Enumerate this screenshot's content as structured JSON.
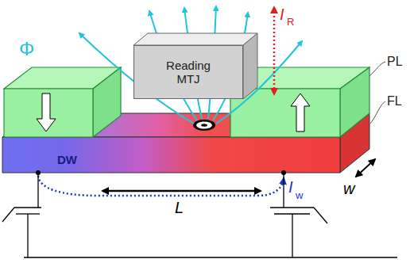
{
  "diagram": {
    "nodes": [
      {
        "text": [
          "Reading MTJ"
        ]
      }
    ],
    "labels": [
      "Φ",
      "I",
      "R",
      "PL",
      "FL",
      "DW",
      "L",
      "w",
      "I",
      "w"
    ]
  }
}
